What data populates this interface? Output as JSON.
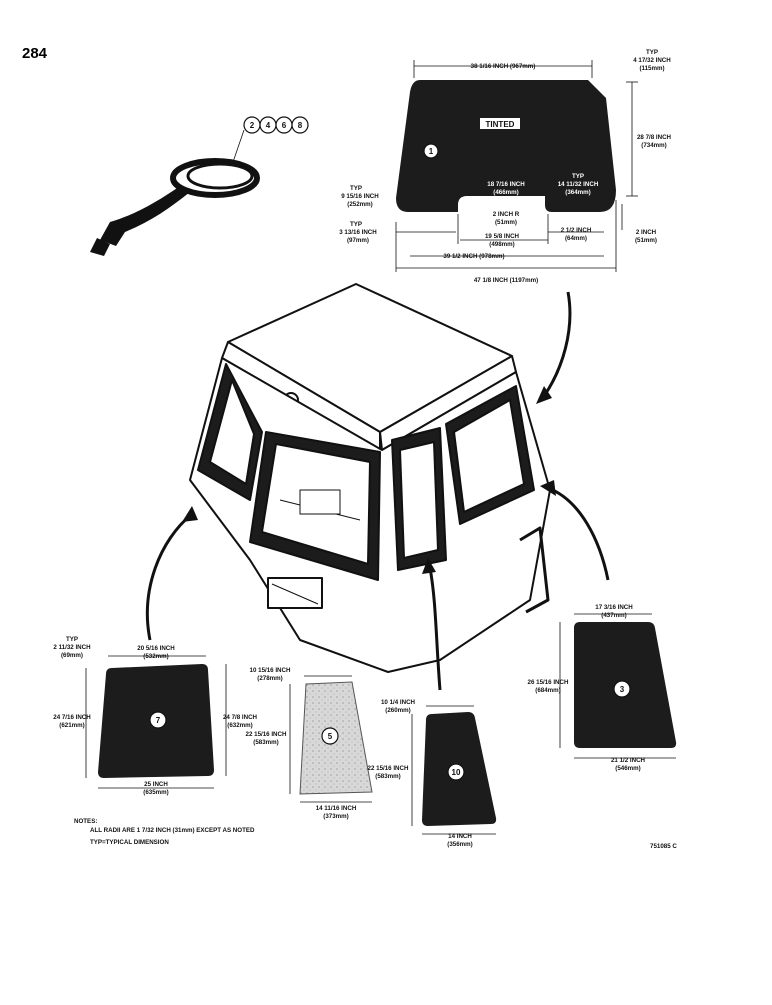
{
  "page_number": "284",
  "cord_callouts": [
    "2",
    "4",
    "6",
    "8"
  ],
  "windshield": {
    "callout": "1",
    "tinted_label": "TINTED",
    "dims": {
      "top_width": "38 1/16 INCH (967mm)",
      "typ_top_label": "TYP",
      "typ_top_corner": "4 17/32 INCH",
      "typ_top_corner_mm": "(115mm)",
      "height": "28 7/8 INCH",
      "height_mm": "(734mm)",
      "typ_left_label": "TYP",
      "left_corner": "9 15/16 INCH",
      "left_corner_mm": "(252mm)",
      "notch_depth": "18 7/16 INCH",
      "notch_depth_mm": "(466mm)",
      "typ_right_label": "TYP",
      "right_notch": "14 11/32 INCH",
      "right_notch_mm": "(364mm)",
      "radius": "2 INCH R",
      "radius_mm": "(51mm)",
      "typ_left2_label": "TYP",
      "left_offset": "3 13/16 INCH",
      "left_offset_mm": "(97mm)",
      "notch_width": "19 5/8 INCH",
      "notch_width_mm": "(498mm)",
      "right_offset": "2 1/2 INCH",
      "right_offset_mm": "(64mm)",
      "bottom_step": "2 INCH",
      "bottom_step_mm": "(51mm)",
      "bottom_width": "39 1/2 INCH (978mm)",
      "overall_width": "47 1/8 INCH (1197mm)"
    }
  },
  "panel_7": {
    "callout": "7",
    "typ_label": "TYP",
    "corner": "2 11/32 INCH",
    "corner_mm": "(69mm)",
    "top_width": "20 5/16 INCH",
    "top_width_mm": "(532mm)",
    "left_height": "24 7/16 INCH",
    "left_height_mm": "(621mm)",
    "right_height": "24 7/8 INCH",
    "right_height_mm": "(632mm)",
    "bottom_width": "25 INCH",
    "bottom_width_mm": "(635mm)"
  },
  "panel_5": {
    "callout": "5",
    "top_width": "10 15/16 INCH",
    "top_width_mm": "(278mm)",
    "height": "22 15/16 INCH",
    "height_mm": "(583mm)",
    "bottom_width": "14 11/16 INCH",
    "bottom_width_mm": "(373mm)"
  },
  "panel_10": {
    "callout": "10",
    "top_width": "10 1/4 INCH",
    "top_width_mm": "(260mm)",
    "height": "22 15/16 INCH",
    "height_mm": "(583mm)",
    "bottom_width": "14 INCH",
    "bottom_width_mm": "(356mm)"
  },
  "panel_3": {
    "callout": "3",
    "top_width": "17 3/16 INCH",
    "top_width_mm": "(437mm)",
    "height": "26 15/16 INCH",
    "height_mm": "(684mm)",
    "bottom_width": "21 1/2 INCH",
    "bottom_width_mm": "(546mm)"
  },
  "notes": {
    "heading": "NOTES:",
    "line1": "ALL RADII ARE 1 7/32 INCH (31mm) EXCEPT AS NOTED",
    "line2": "TYP=TYPICAL DIMENSION"
  },
  "figure_code": "751085 C",
  "colors": {
    "glass": "#1c1c1c",
    "ink": "#111111",
    "paper": "#ffffff"
  }
}
